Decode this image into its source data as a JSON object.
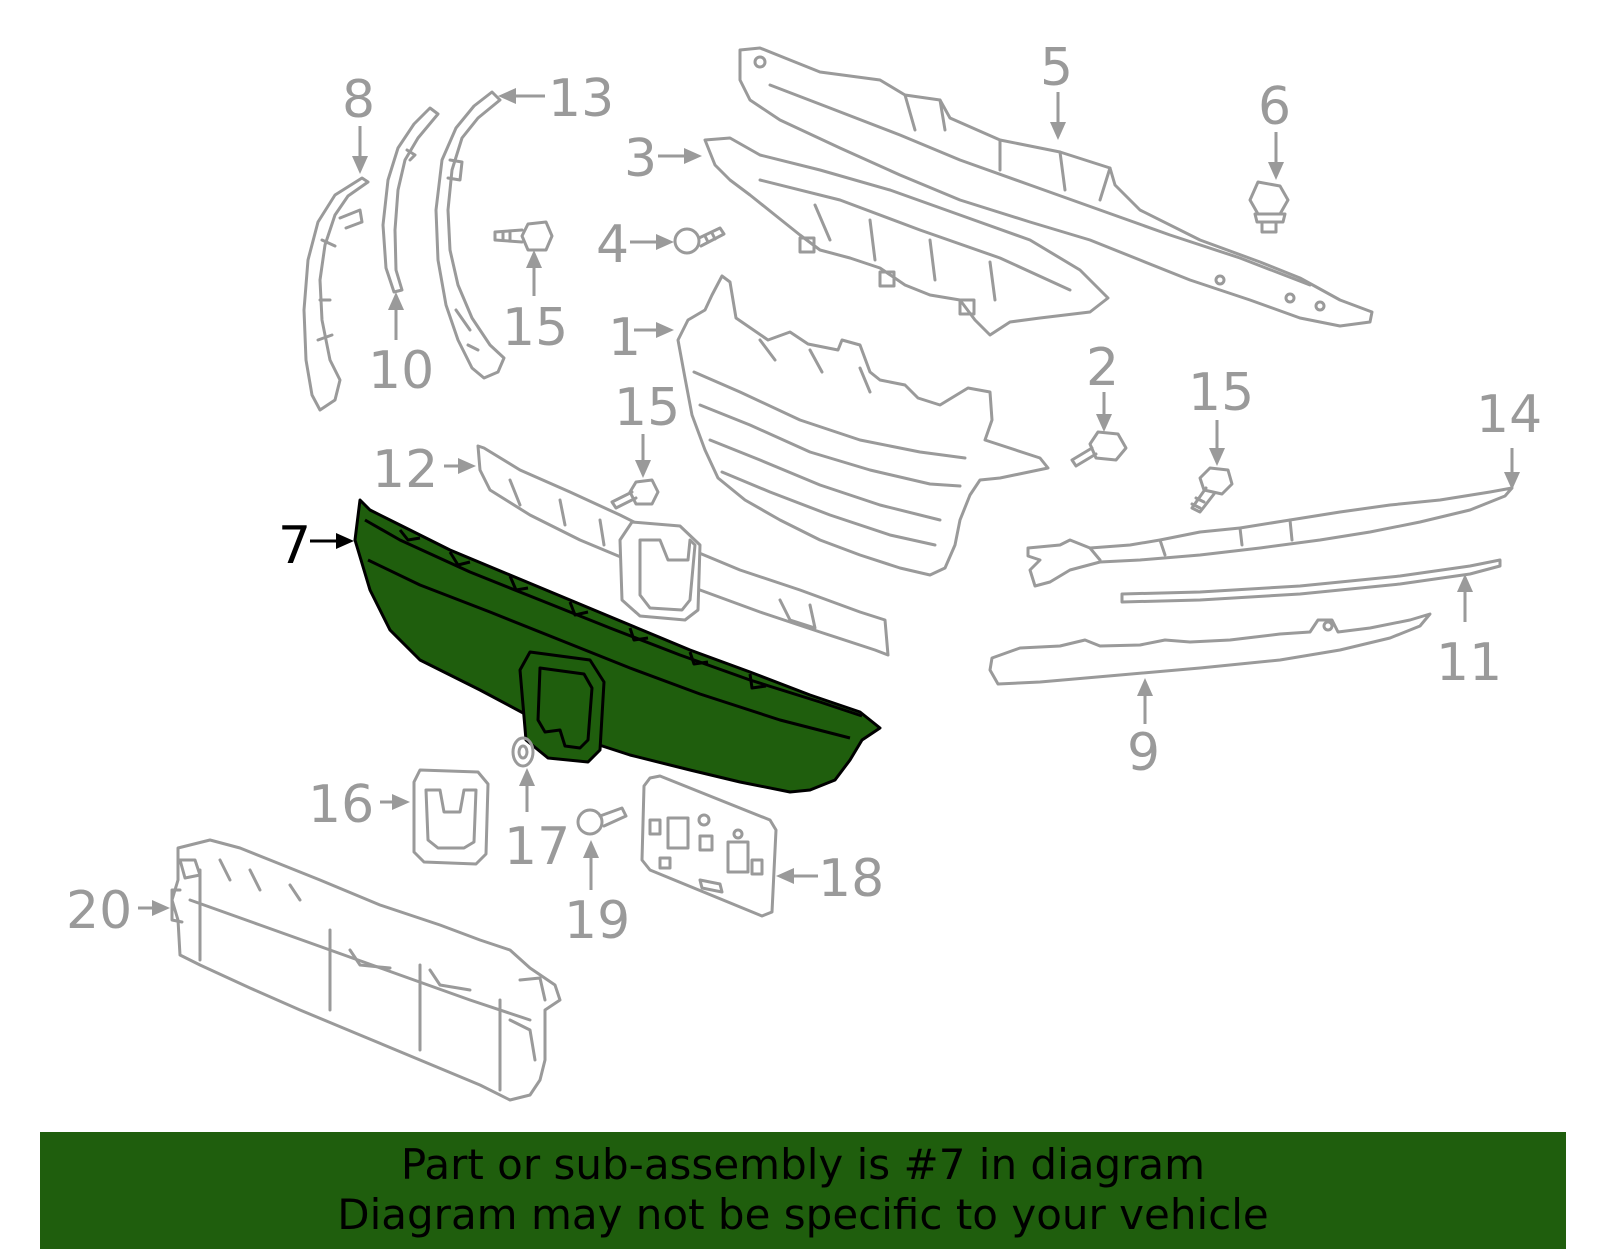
{
  "diagram": {
    "callouts": [
      {
        "id": "c1",
        "text": "1"
      },
      {
        "id": "c2",
        "text": "2"
      },
      {
        "id": "c3",
        "text": "3"
      },
      {
        "id": "c4",
        "text": "4"
      },
      {
        "id": "c5",
        "text": "5"
      },
      {
        "id": "c6",
        "text": "6"
      },
      {
        "id": "c7",
        "text": "7"
      },
      {
        "id": "c8",
        "text": "8"
      },
      {
        "id": "c9",
        "text": "9"
      },
      {
        "id": "c10",
        "text": "10"
      },
      {
        "id": "c11",
        "text": "11"
      },
      {
        "id": "c12",
        "text": "12"
      },
      {
        "id": "c13",
        "text": "13"
      },
      {
        "id": "c14",
        "text": "14"
      },
      {
        "id": "c15a",
        "text": "15"
      },
      {
        "id": "c15b",
        "text": "15"
      },
      {
        "id": "c15c",
        "text": "15"
      },
      {
        "id": "c16",
        "text": "16"
      },
      {
        "id": "c17",
        "text": "17"
      },
      {
        "id": "c18",
        "text": "18"
      },
      {
        "id": "c19",
        "text": "19"
      },
      {
        "id": "c20",
        "text": "20"
      }
    ],
    "highlight_color": "#1f5e0d",
    "part_color": "#9a9a9a"
  },
  "banner": {
    "line1": "Part or sub-assembly is #7 in diagram",
    "line2": "Diagram may not be specific to your vehicle",
    "color": "#1f5e0d"
  }
}
